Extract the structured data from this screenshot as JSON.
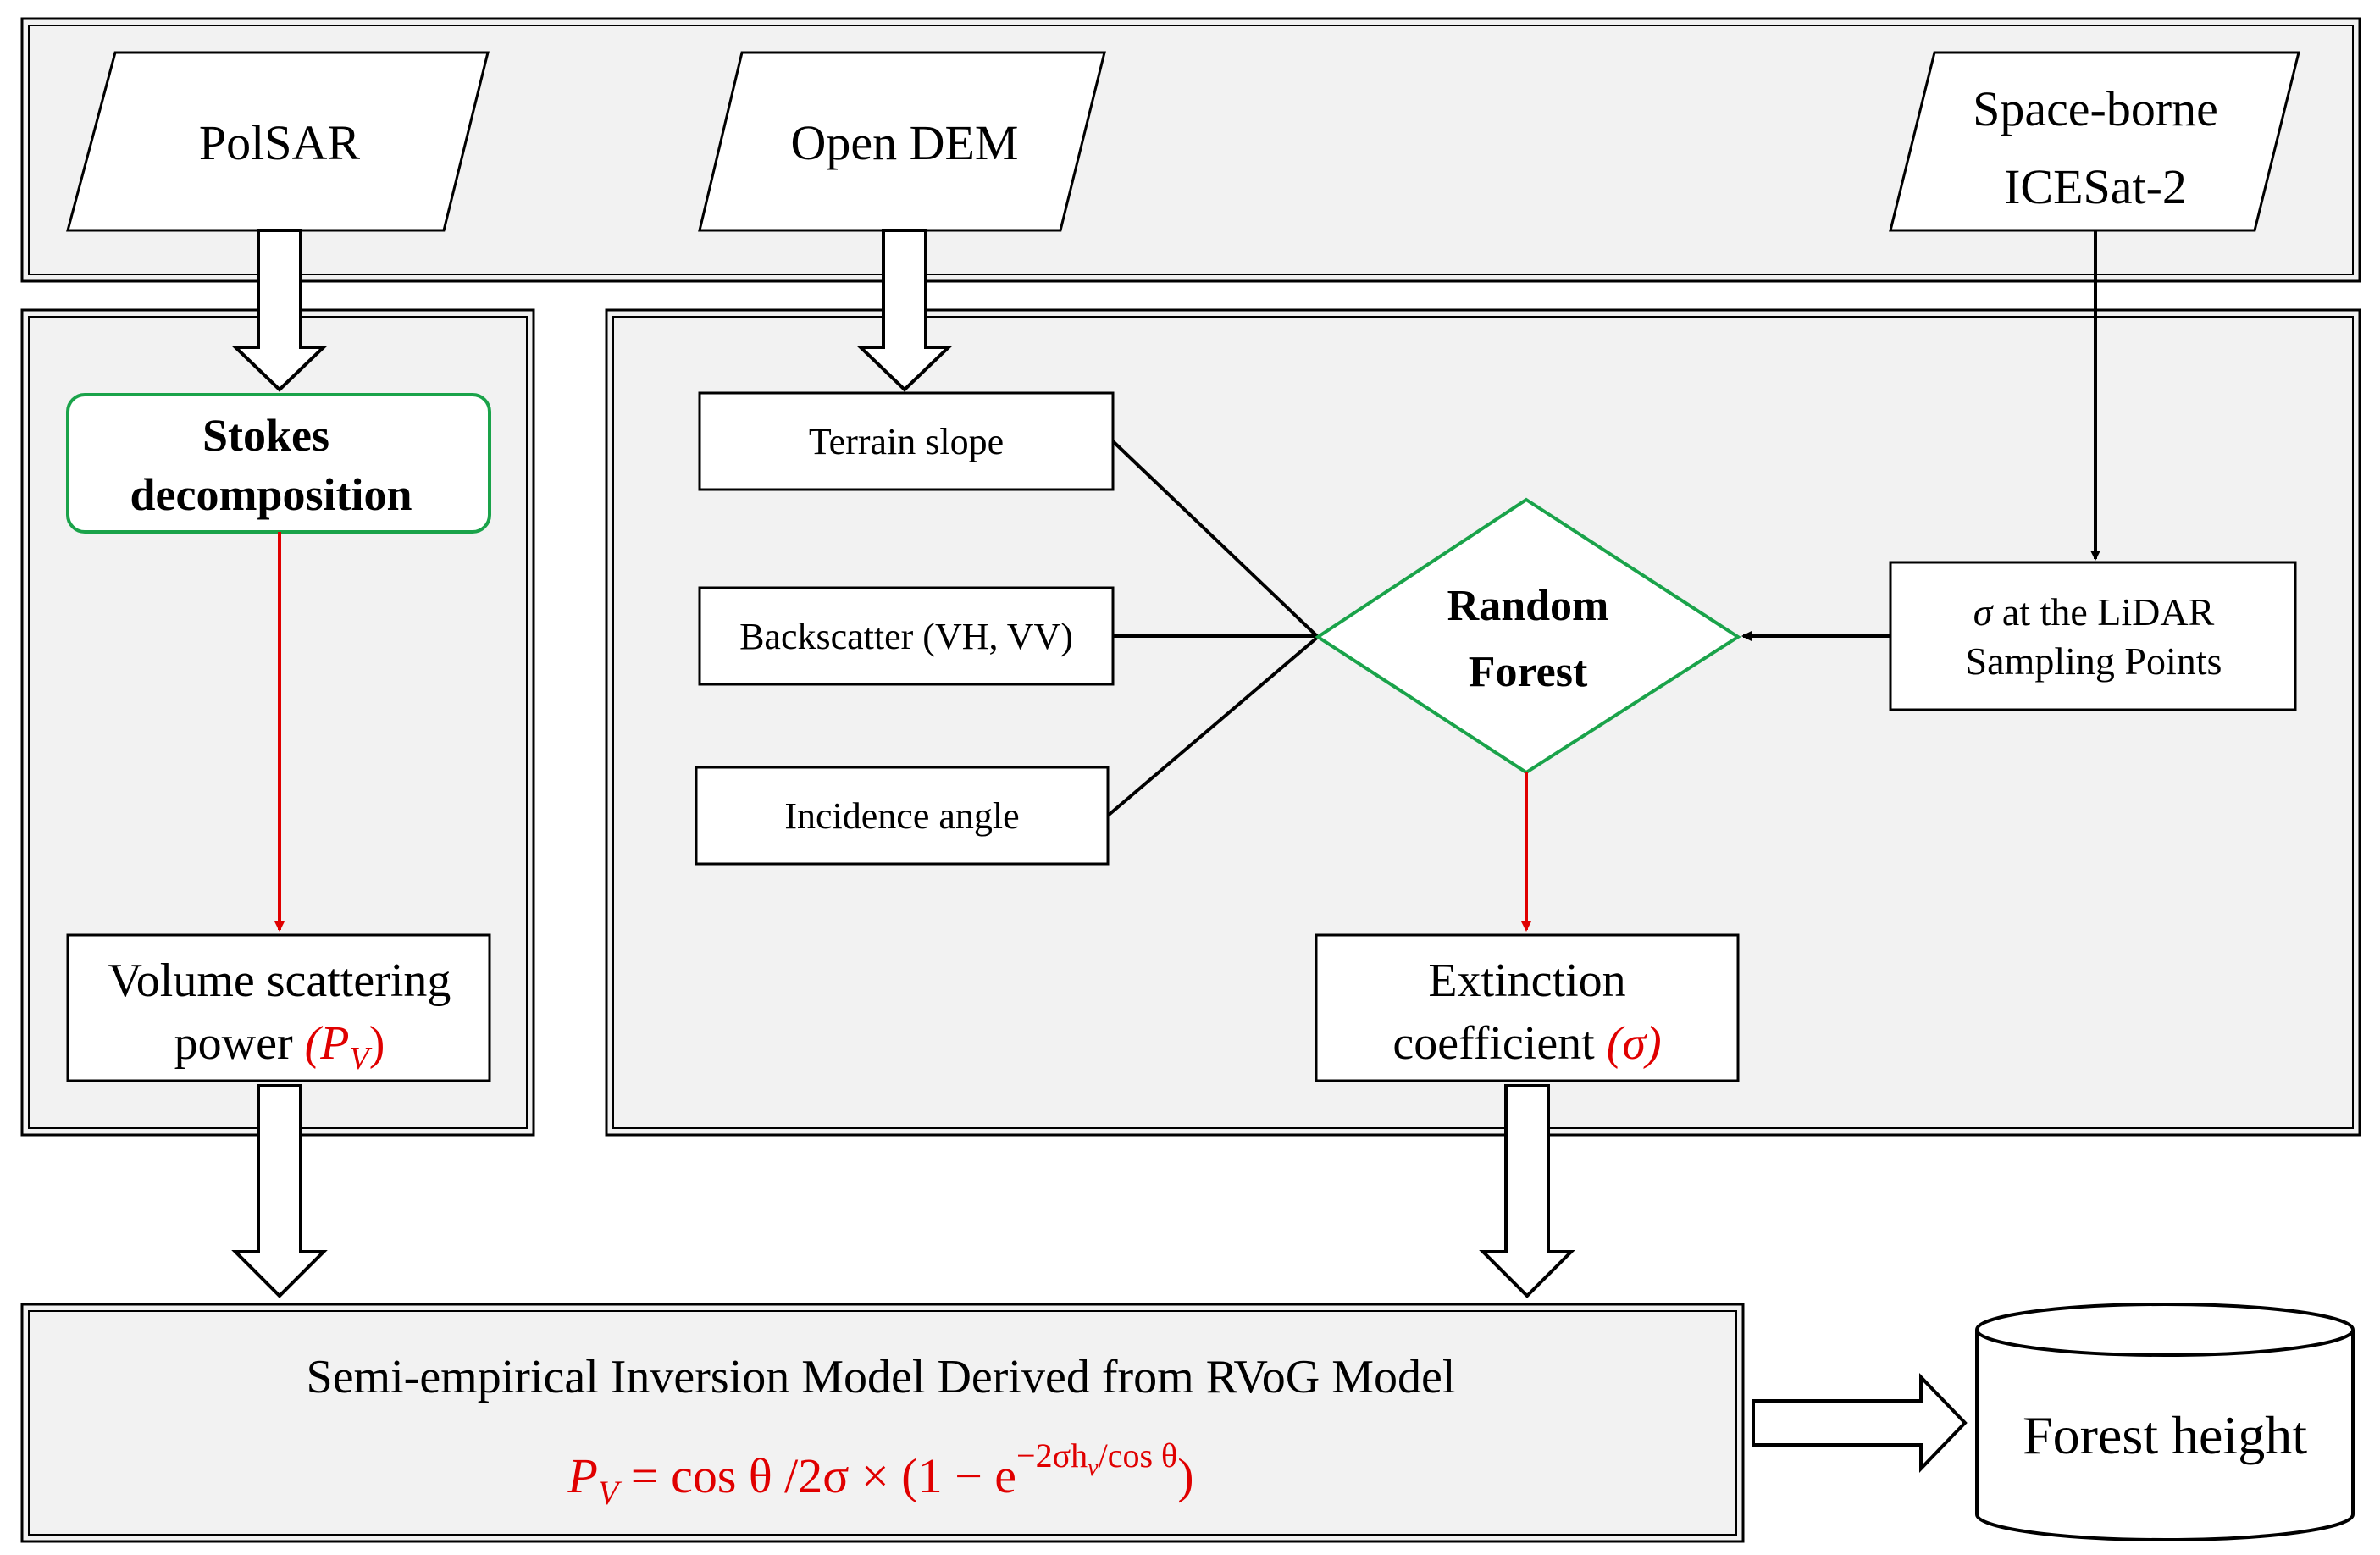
{
  "colors": {
    "panel_fill": "#f2f2f2",
    "border": "#000000",
    "green": "#1aa34a",
    "red": "#e00000"
  },
  "inputs": {
    "polsar": "PolSAR",
    "dem": "Open DEM",
    "icesat_line1": "Space-borne",
    "icesat_line2": "ICESat-2"
  },
  "left": {
    "stokes_line1": "Stokes",
    "stokes_line2": "decomposition",
    "vsp_line1": "Volume scattering",
    "vsp_line2": "power",
    "vsp_symbol": "(P",
    "vsp_sub": "V",
    "vsp_close": ")"
  },
  "right": {
    "terrain_slope": "Terrain slope",
    "backscatter": "Backscatter (VH, VV)",
    "incidence": "Incidence angle",
    "rf_line1": "Random",
    "rf_line2": "Forest",
    "lidar_sigma": "σ",
    "lidar_line1_rest": " at the LiDAR",
    "lidar_line2": "Sampling Points",
    "ext_line1": "Extinction",
    "ext_line2": "coefficient",
    "ext_symbol": "(σ)"
  },
  "bottom": {
    "model_title": "Semi-empirical Inversion Model Derived from RVoG Model",
    "formula_lhs": "P",
    "formula_lhs_sub": "V",
    "formula_mid": " = cos θ /2σ × (1 − e",
    "formula_exp": "−2σh",
    "formula_exp_sub": "v",
    "formula_exp_tail": "/cos θ",
    "formula_close": ")",
    "output": "Forest height"
  }
}
